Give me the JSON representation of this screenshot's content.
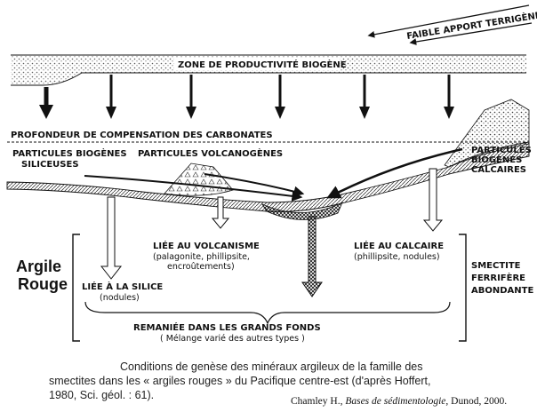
{
  "labels": {
    "faible_apport": "FAIBLE APPORT TERRIGÈNE",
    "zone_productivite": "ZONE DE PRODUCTIVITÉ BIOGÈNE",
    "profondeur": "PROFONDEUR DE COMPENSATION DES CARBONATES",
    "particules_biogenes_siliceuses_1": "PARTICULES BIOGÈNES",
    "particules_biogenes_siliceuses_2": "SILICEUSES",
    "particules_volcanogenes": "PARTICULES VOLCANOGÈNES",
    "particules_biogenes_calcaires_1": "PARTICULES",
    "particules_biogenes_calcaires_2": "BIOGÈNES",
    "particules_biogenes_calcaires_3": "CALCAIRES",
    "liee_volcanisme": "LIÉE AU VOLCANISME",
    "liee_volcanisme_detail_1": "(palagonite, phillipsite,",
    "liee_volcanisme_detail_2": "encroûtements)",
    "liee_calcaire": "LIÉE AU CALCAIRE",
    "liee_calcaire_detail": "(phillipsite, nodules)",
    "liee_silice": "LIÉE À LA SILICE",
    "liee_silice_detail": "(nodules)",
    "argile_1": "Argile",
    "argile_2": "Rouge",
    "smectite_1": "SMECTITE",
    "smectite_2": "FERRIFÈRE",
    "smectite_3": "ABONDANTE",
    "remaniee": "REMANIÉE   DANS   LES   GRANDS   FONDS",
    "melange": "( Mélange  varié  des  autres  types )"
  },
  "caption": {
    "line1": "Conditions de genèse des minéraux argileux de la famille des",
    "line2": "smectites dans les « argiles rouges » du Pacifique centre-est (d'après Hoffert,",
    "line3": "1980, Sci. géol. : 61)."
  },
  "credit": {
    "author": "Chamley H., ",
    "title": "Bases de sédimentologie",
    "publisher": ", Dunod, 2000."
  }
}
